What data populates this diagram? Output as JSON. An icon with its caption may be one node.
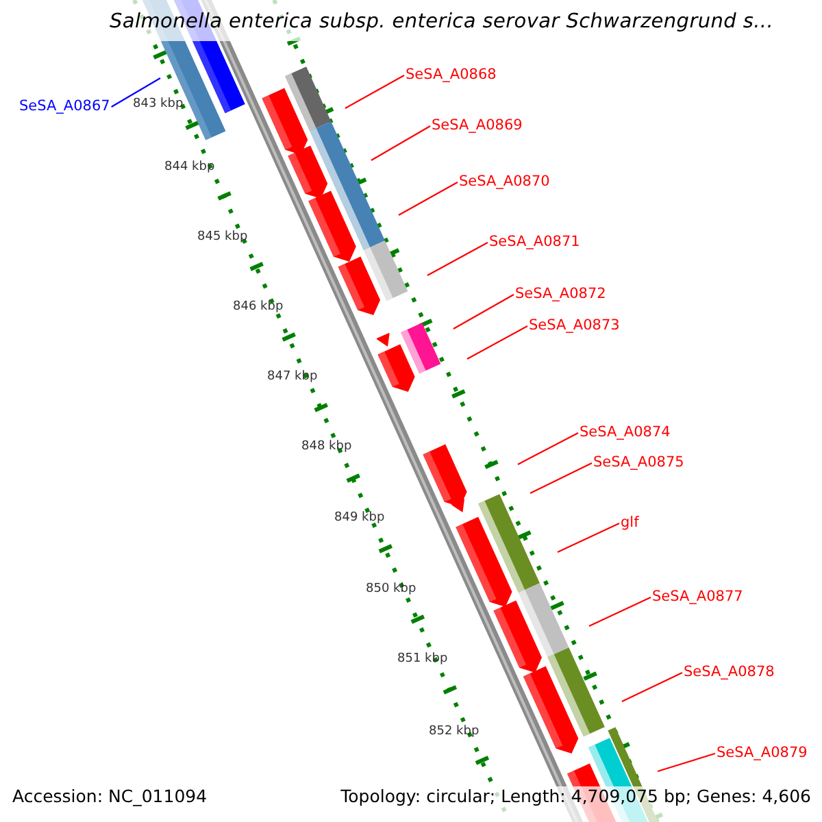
{
  "diagram": {
    "title": "Salmonella enterica subsp. enterica serovar Schwarzengrund s...",
    "nodes": [
      {
        "text": [
          "SeSA_A0867"
        ]
      },
      {
        "text": [
          "SeSA_A0868"
        ]
      },
      {
        "text": [
          "SeSA_A0869"
        ]
      },
      {
        "text": [
          "SeSA_A0870"
        ]
      },
      {
        "text": [
          "SeSA_A0871"
        ]
      },
      {
        "text": [
          "SeSA_A0872"
        ]
      },
      {
        "text": [
          "SeSA_A0873"
        ]
      },
      {
        "text": [
          "SeSA_A0874"
        ]
      },
      {
        "text": [
          "SeSA_A0875"
        ]
      },
      {
        "text": [
          "glf"
        ]
      },
      {
        "text": [
          "SeSA_A0877"
        ]
      },
      {
        "text": [
          "SeSA_A0878"
        ]
      },
      {
        "text": [
          "SeSA_A0879"
        ]
      }
    ],
    "edges": [
      {
        "from": 0,
        "to": null,
        "arrow": "none",
        "color": "#0000ff"
      },
      {
        "from": 1,
        "to": null,
        "arrow": "none"
      },
      {
        "from": 2,
        "to": null,
        "arrow": "none"
      },
      {
        "from": 3,
        "to": null,
        "arrow": "none"
      },
      {
        "from": 4,
        "to": null,
        "arrow": "none"
      },
      {
        "from": 5,
        "to": null,
        "arrow": "none"
      },
      {
        "from": 6,
        "to": null,
        "arrow": "none"
      },
      {
        "from": 7,
        "to": null,
        "arrow": "none"
      },
      {
        "from": 8,
        "to": null,
        "arrow": "none"
      },
      {
        "from": 9,
        "to": null,
        "arrow": "none"
      },
      {
        "from": 10,
        "to": null,
        "arrow": "none"
      },
      {
        "from": 11,
        "to": null,
        "arrow": "none"
      },
      {
        "from": 12,
        "to": null,
        "arrow": "none"
      }
    ],
    "labels": [
      "843 kbp",
      "844 kbp",
      "845 kbp",
      "846 kbp",
      "847 kbp",
      "848 kbp",
      "849 kbp",
      "850 kbp",
      "851 kbp",
      "852 kbp",
      "Accession: NC_011094",
      "Topology: circular; Length: 4,709,075 bp; Genes: 4,606"
    ]
  }
}
